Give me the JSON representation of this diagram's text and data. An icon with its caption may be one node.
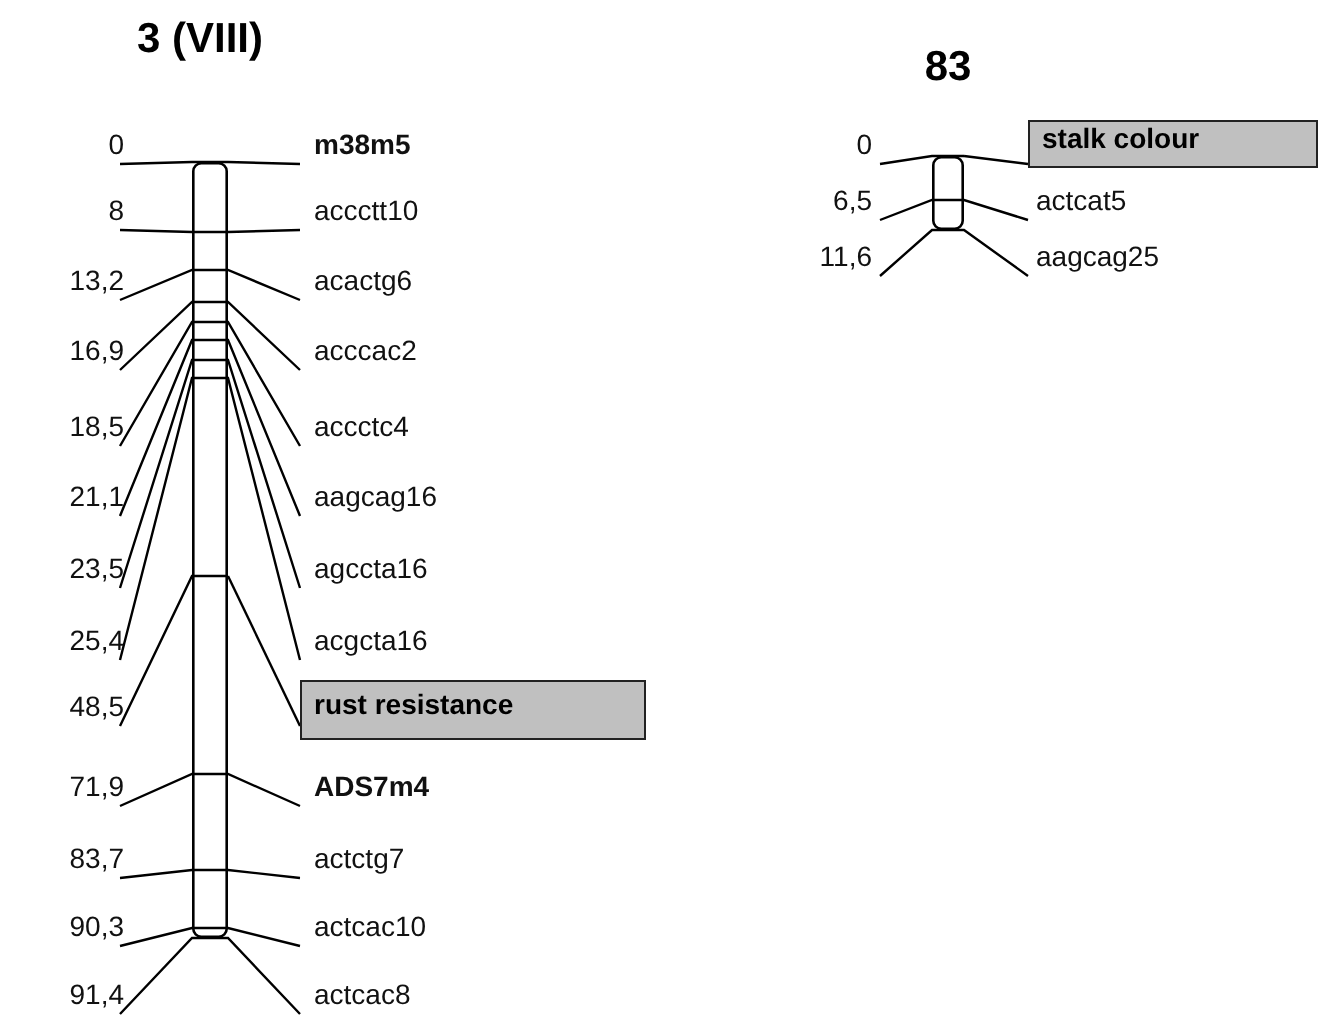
{
  "diagram": {
    "nodes": [
      {
        "text": [
          "3 (VIII)"
        ]
      },
      {
        "text": [
          "rust resistance"
        ]
      },
      {
        "text": [
          "83"
        ]
      },
      {
        "text": [
          "stalk colour"
        ]
      }
    ],
    "edges": [
      {
        "from": 0,
        "to": 1,
        "arrow": "none"
      },
      {
        "from": 2,
        "to": 3,
        "arrow": "none"
      }
    ],
    "labels": [
      "0",
      "m38m5",
      "8",
      "accctt10",
      "13,2",
      "acactg6",
      "16,9",
      "acccac2",
      "18,5",
      "accctc4",
      "21,1",
      "aagcag16",
      "23,5",
      "agccta16",
      "25,4",
      "acgcta16",
      "48,5",
      "71,9",
      "ADS7m4",
      "83,7",
      "actctg7",
      "90,3",
      "actcac10",
      "91,4",
      "actcac8",
      "0",
      "6,5",
      "actcat5",
      "11,6",
      "aagcag25"
    ]
  }
}
